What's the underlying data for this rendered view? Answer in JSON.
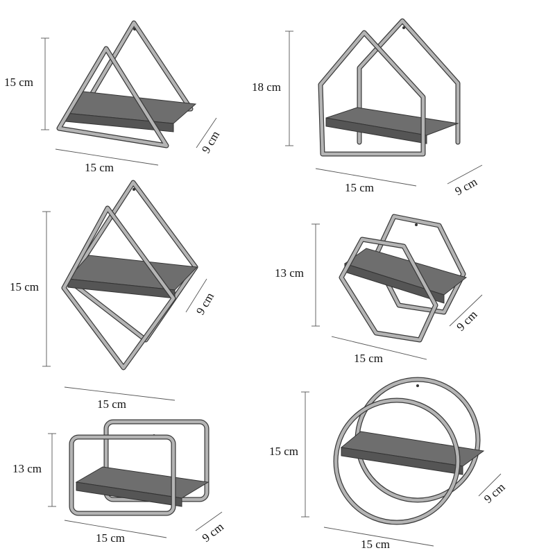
{
  "shelves": [
    {
      "shape": "triangle",
      "height": "15 cm",
      "width": "15 cm",
      "depth": "9 cm"
    },
    {
      "shape": "house",
      "height": "18 cm",
      "width": "15 cm",
      "depth": "9 cm"
    },
    {
      "shape": "diamond",
      "height": "15 cm",
      "width": "15 cm",
      "depth": "9 cm"
    },
    {
      "shape": "hexagon",
      "height": "13 cm",
      "width": "15 cm",
      "depth": "9 cm"
    },
    {
      "shape": "rectangle",
      "height": "13 cm",
      "width": "15 cm",
      "depth": "9 cm"
    },
    {
      "shape": "circle",
      "height": "15 cm",
      "width": "15 cm",
      "depth": "9 cm"
    }
  ],
  "colors": {
    "frame": "#b4b4b4",
    "frame_outline": "#3a3a3a",
    "shelf": "#6e6e6e"
  }
}
